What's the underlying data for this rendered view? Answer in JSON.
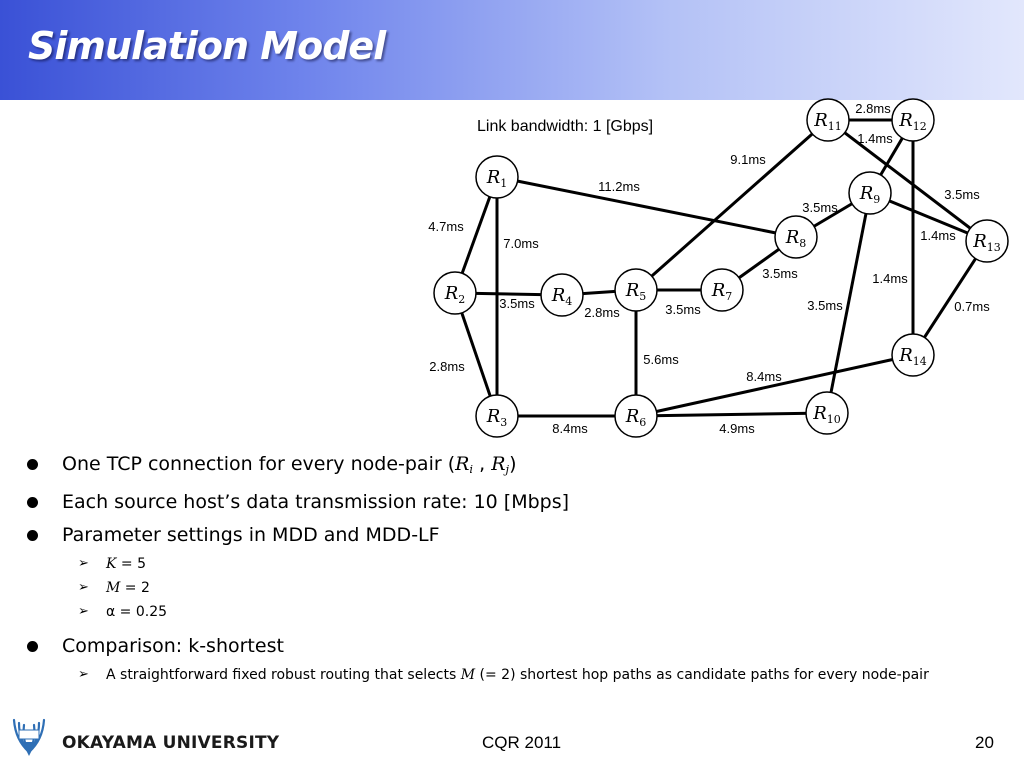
{
  "title": "Simulation Model",
  "bandwidth_label": "Link bandwidth: 1 [Gbps]",
  "node_letter": "R",
  "nodes": [
    {
      "id": 1,
      "sub": "1"
    },
    {
      "id": 2,
      "sub": "2"
    },
    {
      "id": 3,
      "sub": "3"
    },
    {
      "id": 4,
      "sub": "4"
    },
    {
      "id": 5,
      "sub": "5"
    },
    {
      "id": 6,
      "sub": "6"
    },
    {
      "id": 7,
      "sub": "7"
    },
    {
      "id": 8,
      "sub": "8"
    },
    {
      "id": 9,
      "sub": "9"
    },
    {
      "id": 10,
      "sub": "10"
    },
    {
      "id": 11,
      "sub": "11"
    },
    {
      "id": 12,
      "sub": "12"
    },
    {
      "id": 13,
      "sub": "13"
    },
    {
      "id": 14,
      "sub": "14"
    }
  ],
  "links": [
    {
      "from": 11,
      "to": 12,
      "delay": "2.8ms"
    },
    {
      "from": 12,
      "to": 9,
      "delay": "1.4ms"
    },
    {
      "from": 11,
      "to": 13,
      "delay": "3.5ms"
    },
    {
      "from": 11,
      "to": 5,
      "delay": "9.1ms"
    },
    {
      "from": 1,
      "to": 8,
      "delay": "11.2ms"
    },
    {
      "from": 9,
      "to": 8,
      "delay": "3.5ms"
    },
    {
      "from": 9,
      "to": 13,
      "delay": "1.4ms"
    },
    {
      "from": 12,
      "to": 14,
      "delay": "1.4ms"
    },
    {
      "from": 1,
      "to": 2,
      "delay": "4.7ms"
    },
    {
      "from": 1,
      "to": 3,
      "delay": "7.0ms"
    },
    {
      "from": 8,
      "to": 7,
      "delay": "3.5ms"
    },
    {
      "from": 9,
      "to": 10,
      "delay": "3.5ms"
    },
    {
      "from": 13,
      "to": 14,
      "delay": "0.7ms"
    },
    {
      "from": 2,
      "to": 4,
      "delay": "3.5ms"
    },
    {
      "from": 4,
      "to": 5,
      "delay": "2.8ms"
    },
    {
      "from": 5,
      "to": 7,
      "delay": "3.5ms"
    },
    {
      "from": 5,
      "to": 6,
      "delay": "5.6ms"
    },
    {
      "from": 6,
      "to": 14,
      "delay": "8.4ms"
    },
    {
      "from": 2,
      "to": 3,
      "delay": "2.8ms"
    },
    {
      "from": 3,
      "to": 6,
      "delay": "8.4ms"
    },
    {
      "from": 6,
      "to": 10,
      "delay": "4.9ms"
    }
  ],
  "bullets": {
    "b1_prefix": "One TCP connection for every node-pair (",
    "b1_ri": "R",
    "b1_i": "i",
    "b1_sep": " , ",
    "b1_rj": "R",
    "b1_j": "j",
    "b1_suffix": ")",
    "b2": "Each source host’s data transmission rate: 10 [Mbps]",
    "b3": "Parameter settings in MDD and MDD-LF",
    "s1_var": "K",
    "s1_rest": " = 5",
    "s2_var": "M",
    "s2_rest": " = 2",
    "s3": "α = 0.25",
    "b4": "Comparison: k-shortest",
    "s4_prefix": "A straightforward fixed robust routing that selects ",
    "s4_var": "M",
    "s4_suffix": " (= 2) shortest hop paths as candidate paths for every node-pair"
  },
  "footer": {
    "university": "OKAYAMA  UNIVERSITY",
    "conference": "CQR 2011",
    "page": "20"
  },
  "colors": {
    "header_start": "#3a51d6",
    "header_end": "#e2e7fc",
    "title": "#ffffff",
    "logo": "#2f6fb5"
  }
}
